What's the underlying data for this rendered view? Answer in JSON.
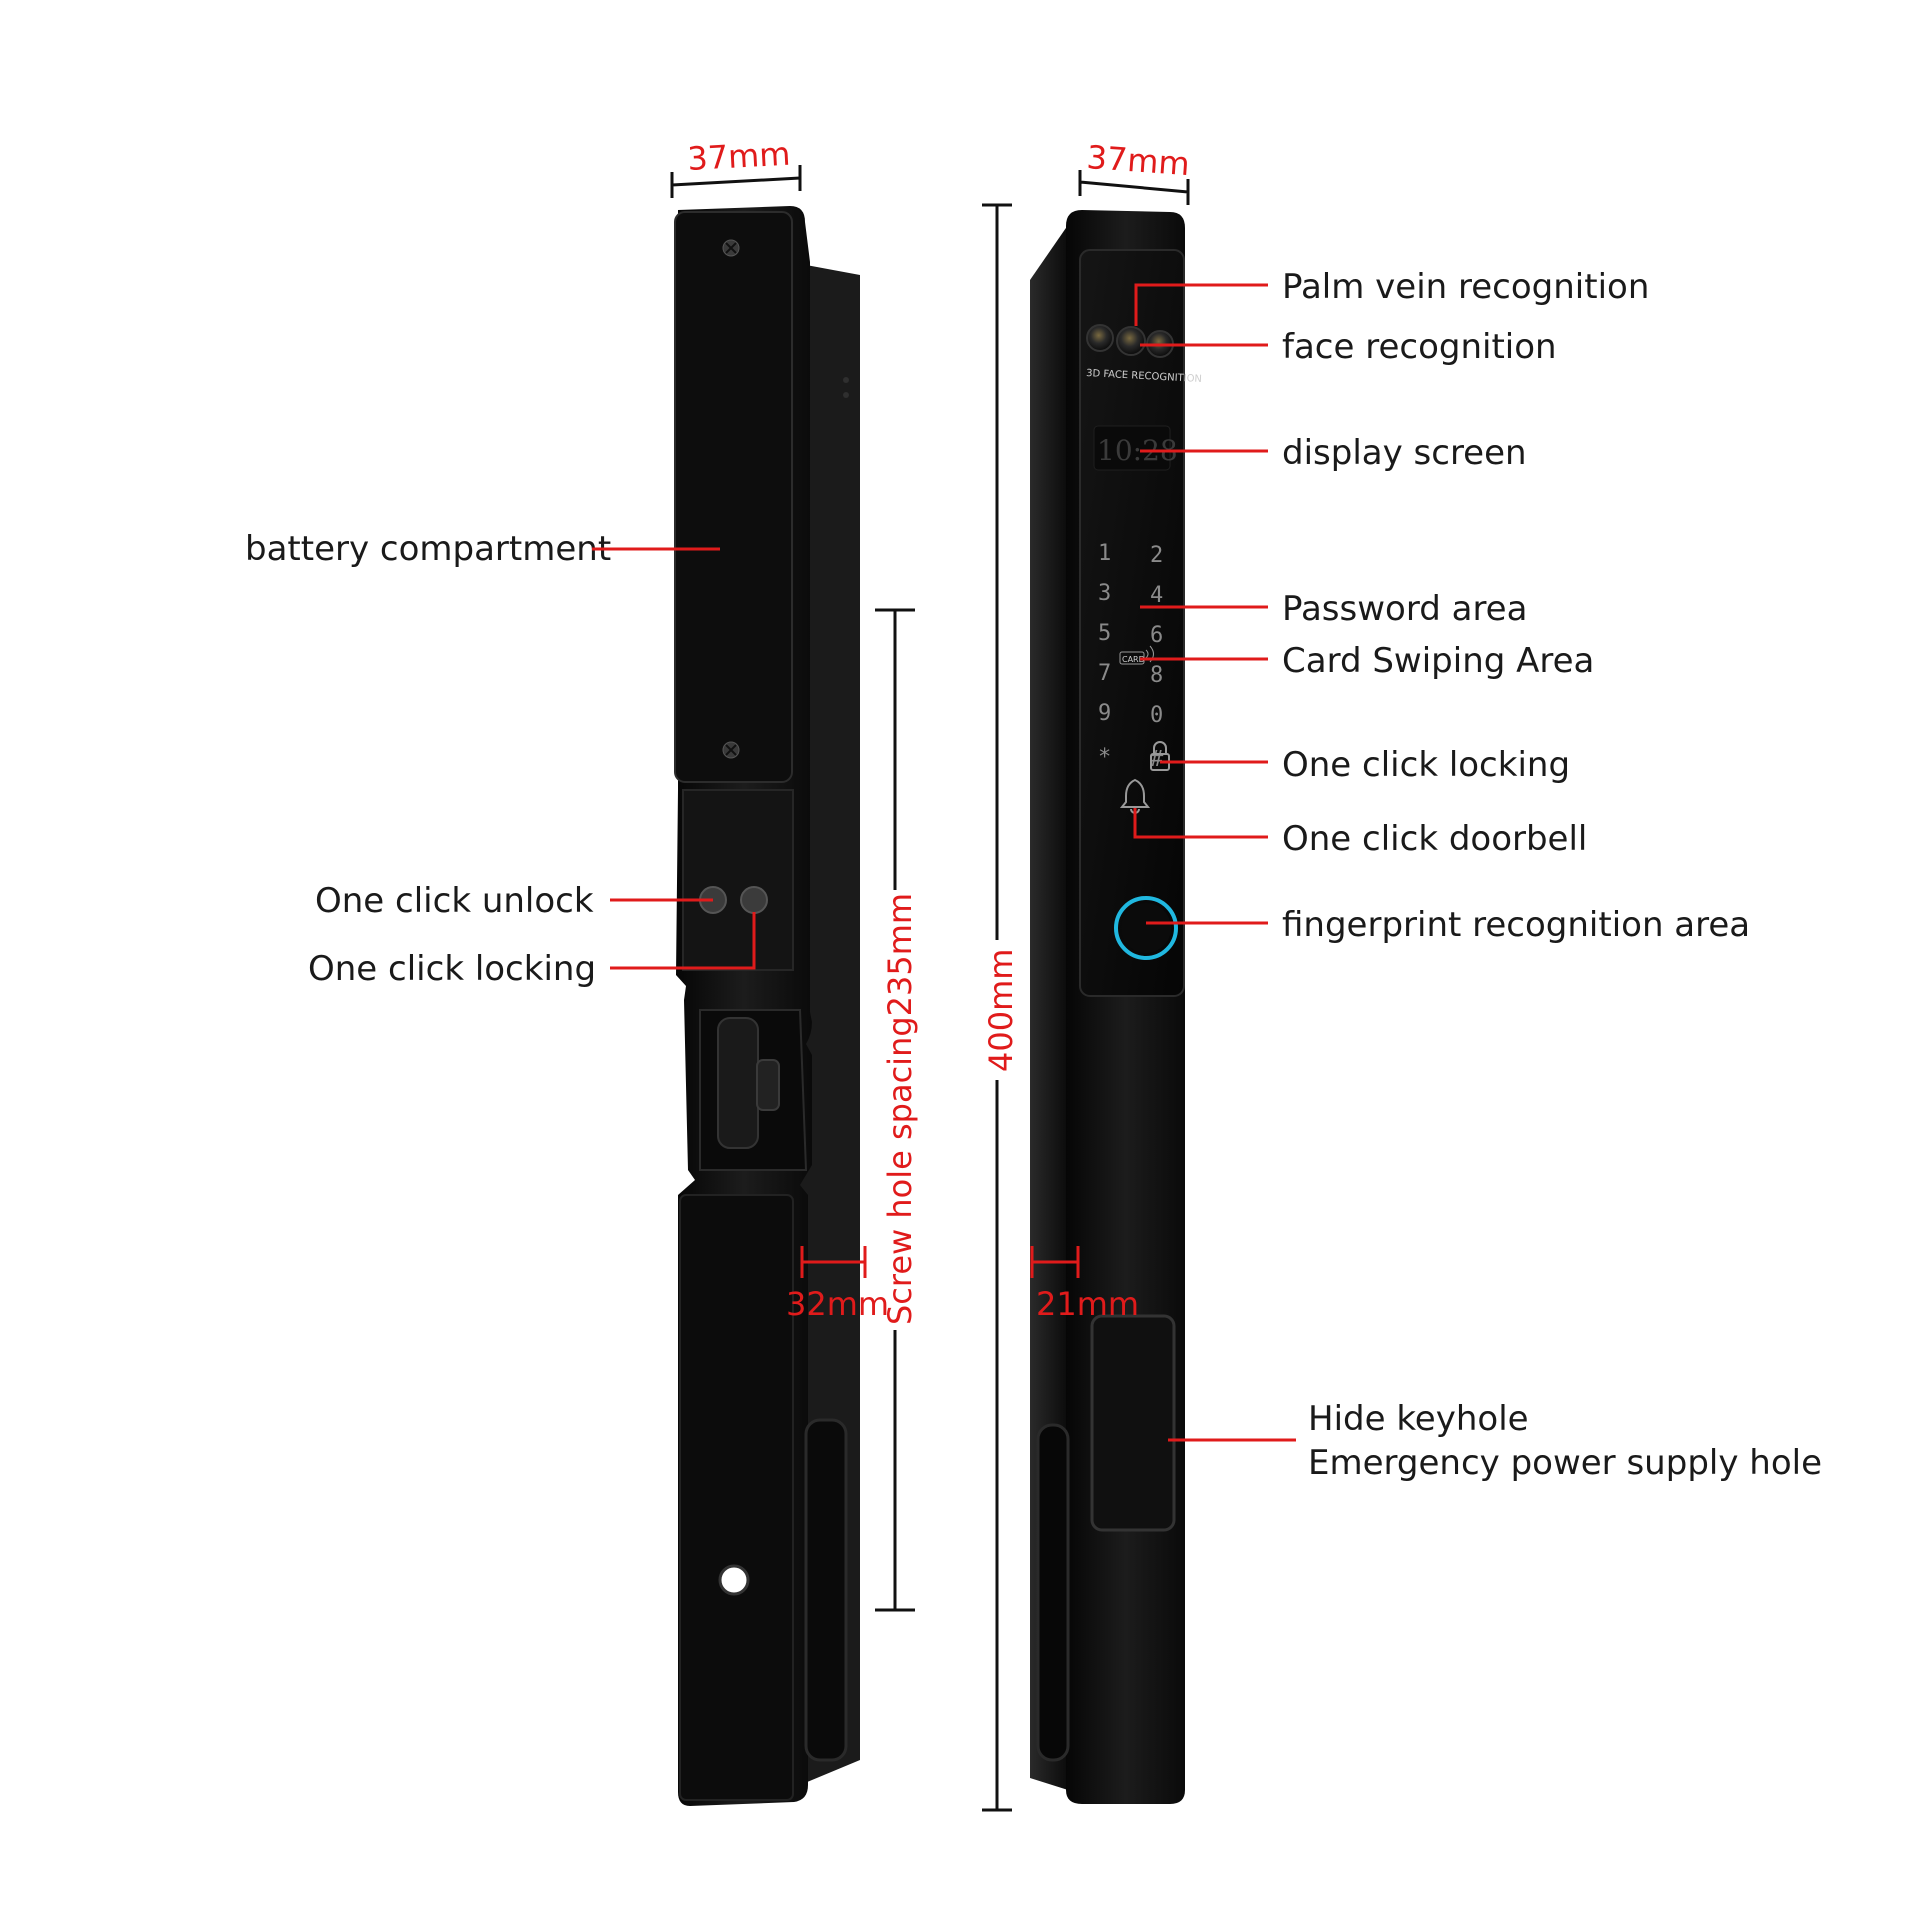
{
  "dimensions": {
    "left_width": "37mm",
    "right_width": "37mm",
    "height": "400mm",
    "screw_spacing": "Screw hole spacing235mm",
    "left_thickness": "32mm",
    "right_thickness": "21mm"
  },
  "left_labels": {
    "battery": "battery compartment",
    "unlock": "One click unlock",
    "locking": "One click locking"
  },
  "right_labels": {
    "palm": "Palm vein recognition",
    "face": "face recognition",
    "display": "display screen",
    "password": "Password area",
    "card": "Card Swiping Area",
    "locking": "One click locking",
    "doorbell": "One click doorbell",
    "fingerprint": "fingerprint recognition area",
    "keyhole_line1": "Hide keyhole",
    "keyhole_line2": "Emergency power supply hole"
  },
  "device": {
    "camera_caption": "3D FACE RECOGNITION",
    "clock": "10:28",
    "card_badge": "CARD",
    "keys": [
      "1",
      "2",
      "3",
      "4",
      "5",
      "6",
      "7",
      "8",
      "9",
      "0",
      "*",
      "#"
    ]
  },
  "colors": {
    "accent": "#e01b1b",
    "body": "#111111",
    "fingerprint_ring": "#20b8e0"
  }
}
